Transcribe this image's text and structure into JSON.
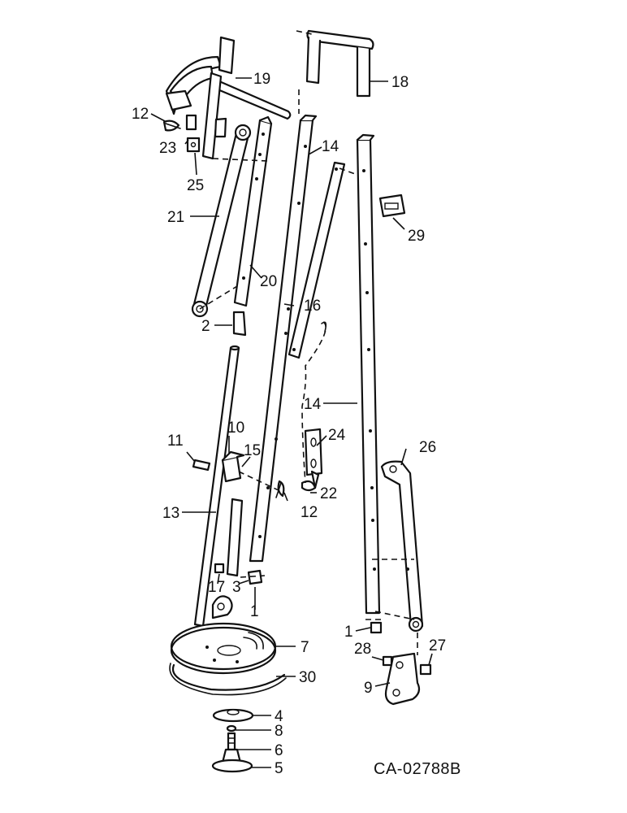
{
  "drawing_number": "CA-02788B",
  "callouts": {
    "c1a": "1",
    "c1b": "1",
    "c2": "2",
    "c3": "3",
    "c4": "4",
    "c5": "5",
    "c6": "6",
    "c7": "7",
    "c8": "8",
    "c9": "9",
    "c10": "10",
    "c11": "11",
    "c12a": "12",
    "c12b": "12",
    "c13": "13",
    "c14a": "14",
    "c14b": "14",
    "c15": "15",
    "c16": "16",
    "c17": "17",
    "c18": "18",
    "c19": "19",
    "c20": "20",
    "c21": "21",
    "c22": "22",
    "c23": "23",
    "c24": "24",
    "c25": "25",
    "c26": "26",
    "c27": "27",
    "c28": "28",
    "c29": "29",
    "c30": "30"
  }
}
